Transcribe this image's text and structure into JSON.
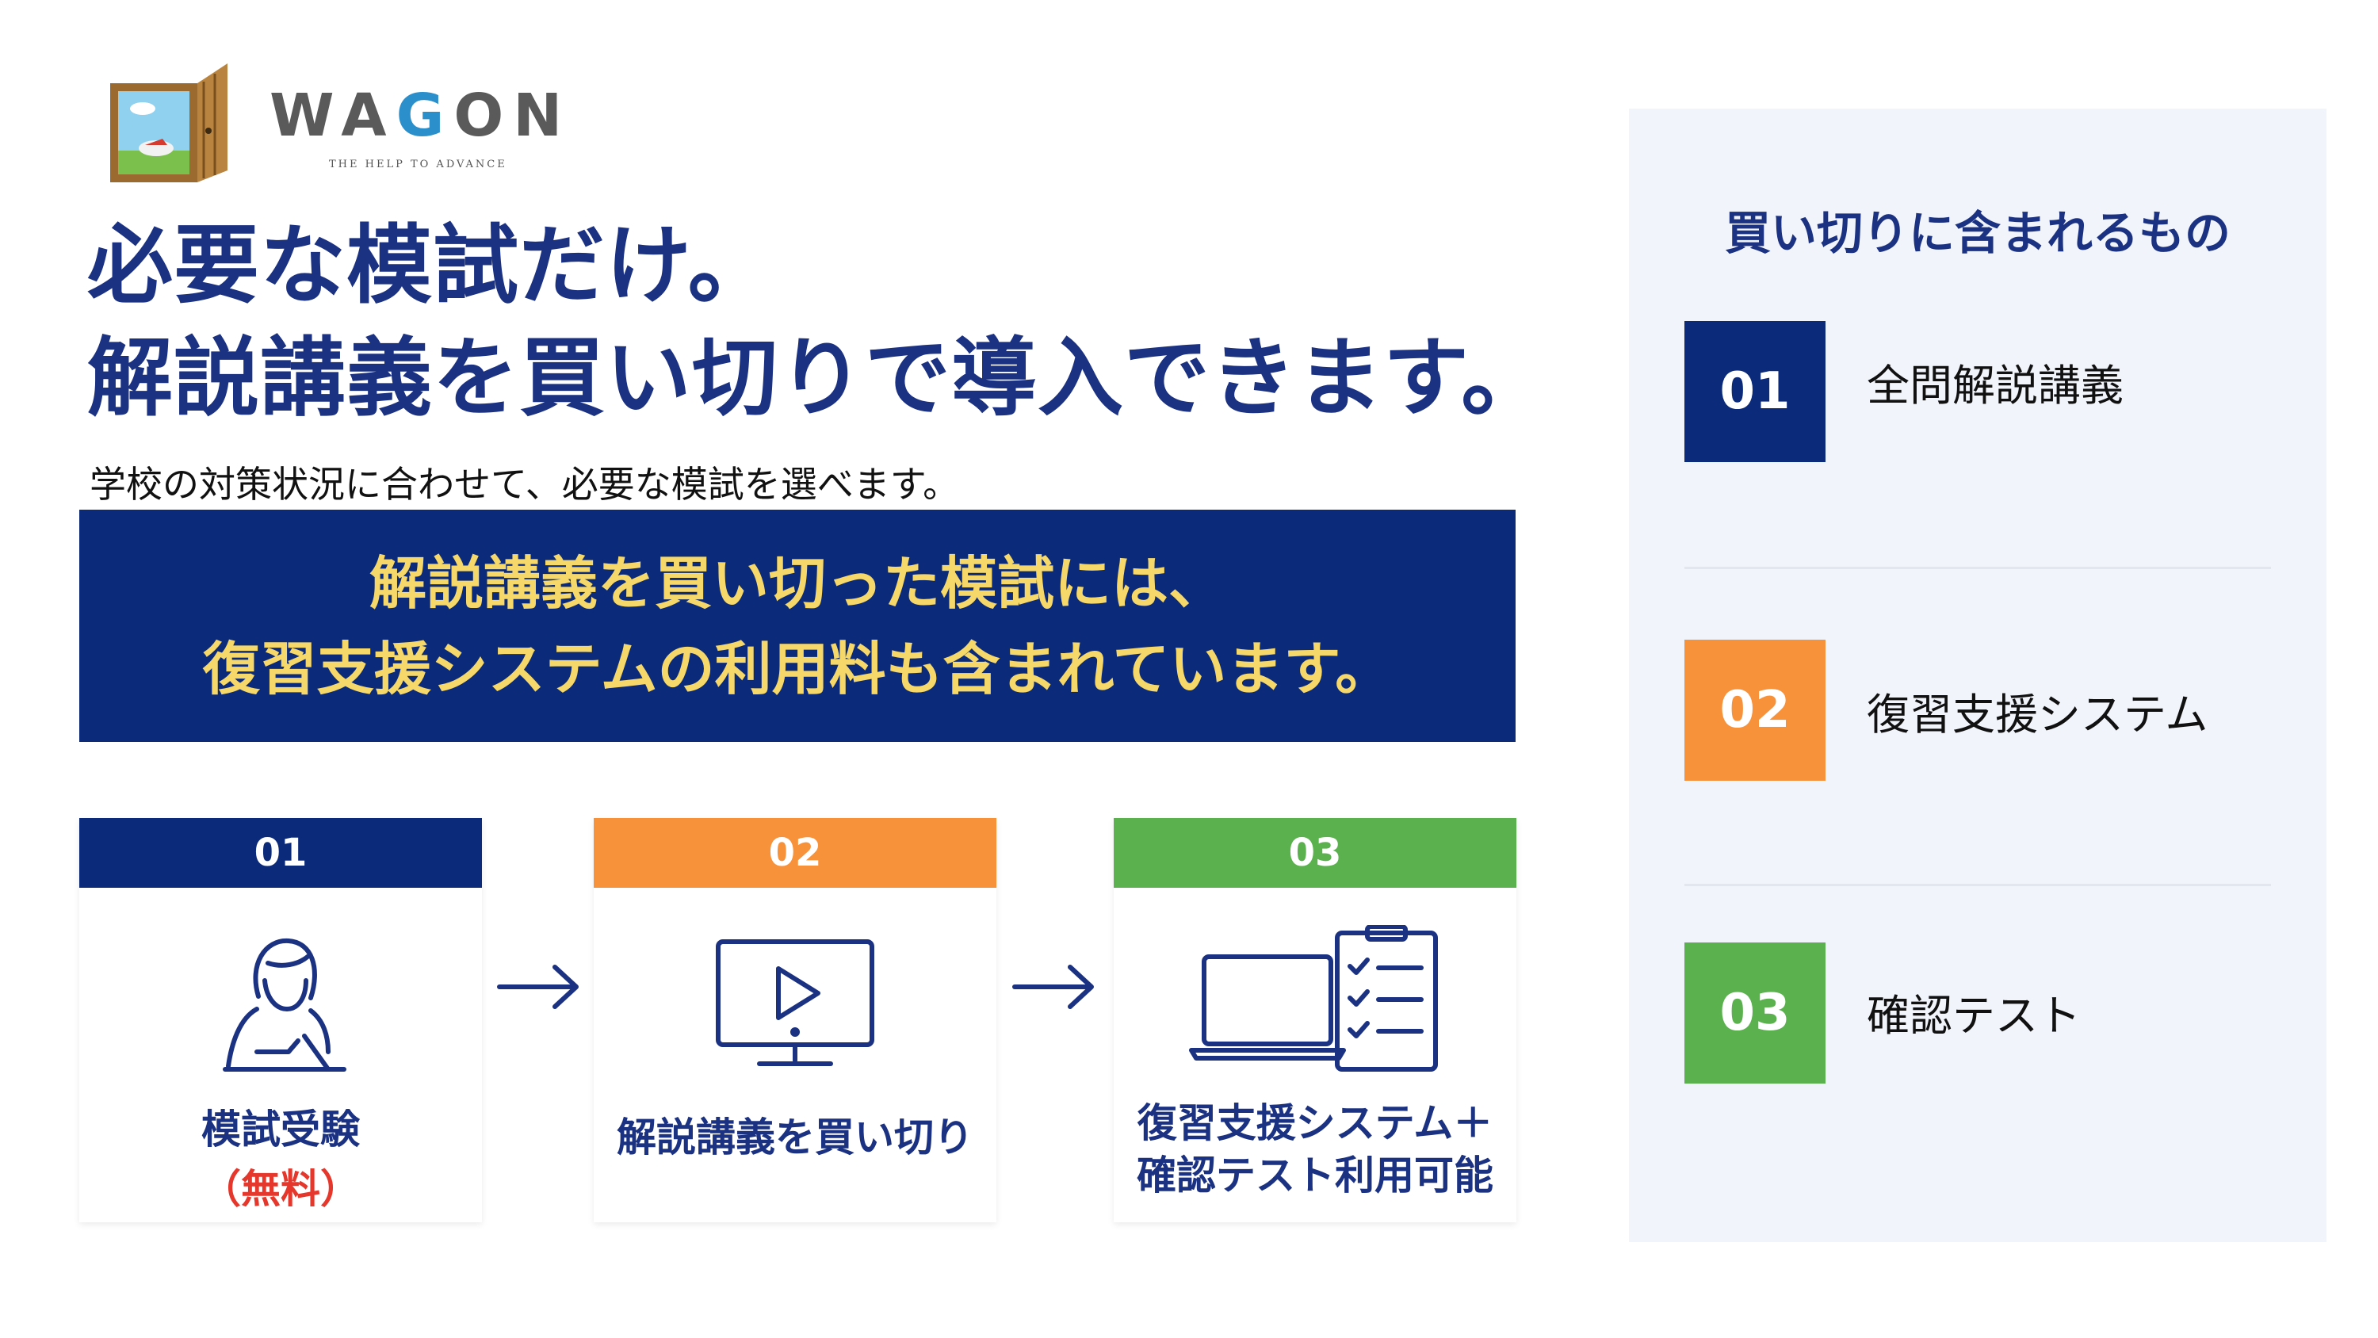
{
  "logo": {
    "word_pre": "WA",
    "word_o": "G",
    "word_post": "ON",
    "tagline": "THE HELP TO ADVANCE"
  },
  "headline": {
    "line1": "必要な模試だけ。",
    "line2": "解説講義を買い切りで導入できます。"
  },
  "subtext": "学校の対策状況に合わせて、必要な模試を選べます。",
  "banner": {
    "line1": "解説講義を買い切った模試には、",
    "line2": "復習支援システムの利用料も含まれています。"
  },
  "steps": [
    {
      "number": "01",
      "label": "模試受験",
      "note": "（無料）",
      "color": "#0b2a79",
      "icon": "student-writing-icon"
    },
    {
      "number": "02",
      "label": "解説講義を買い切り",
      "color": "#f7913a",
      "icon": "video-monitor-icon"
    },
    {
      "number": "03",
      "label_line1": "復習支援システム＋",
      "label_line2": "確認テスト利用可能",
      "color": "#5cb14f",
      "icon": "laptop-checklist-icon"
    }
  ],
  "panel": {
    "title": "買い切りに含まれるもの",
    "items": [
      {
        "number": "01",
        "label": "全問解説講義",
        "color": "#0b2a79"
      },
      {
        "number": "02",
        "label": "復習支援システム",
        "color": "#f7913a"
      },
      {
        "number": "03",
        "label": "確認テスト",
        "color": "#5cb14f"
      }
    ]
  },
  "icons": [
    "arrow-right-icon"
  ]
}
